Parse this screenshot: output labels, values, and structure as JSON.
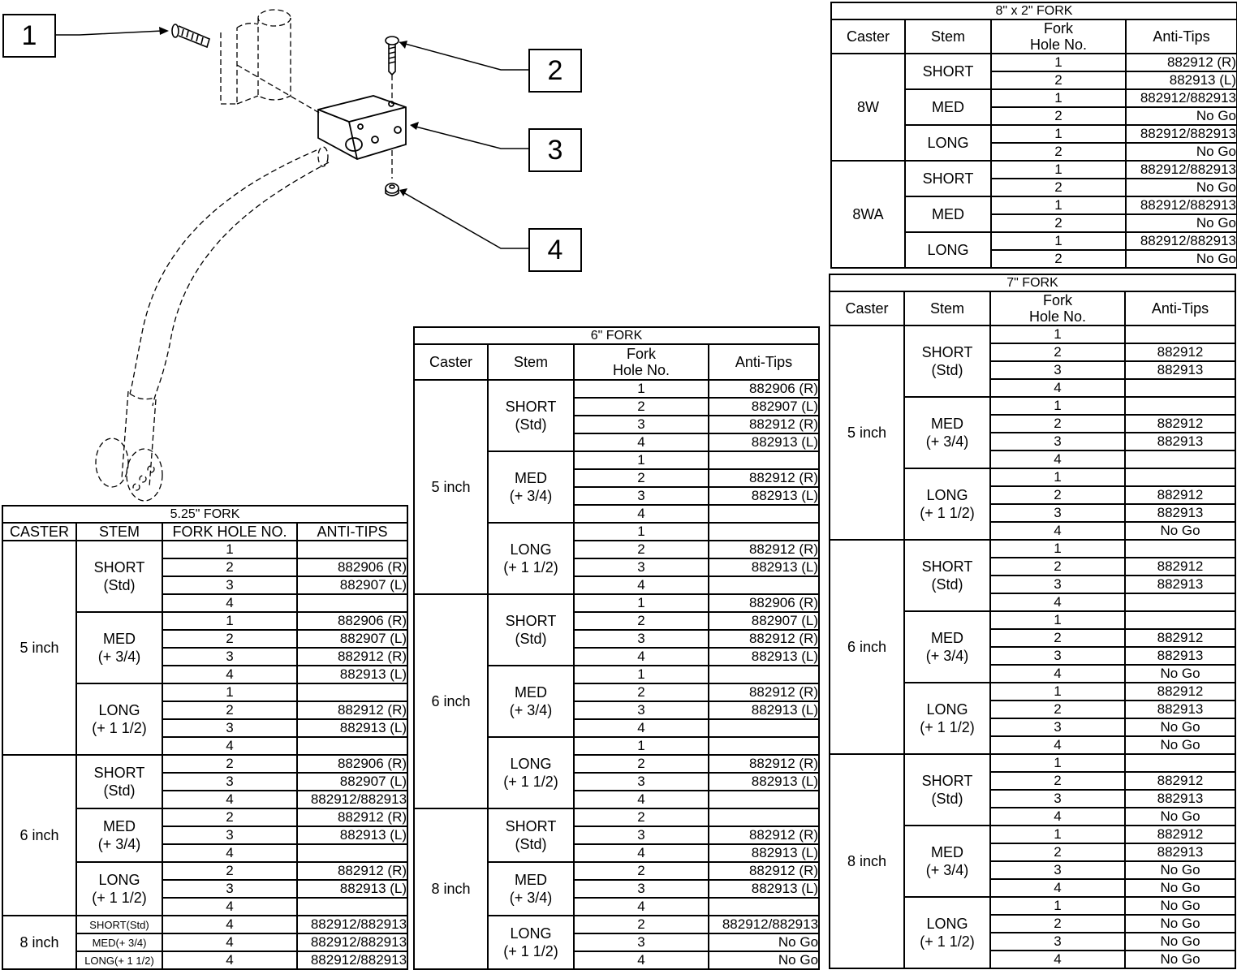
{
  "callouts": [
    "1",
    "2",
    "3",
    "4"
  ],
  "tables": {
    "t525": {
      "title": "5.25\" FORK",
      "headers": [
        "CASTER",
        "STEM",
        "FORK HOLE NO.",
        "ANTI-TIPS"
      ],
      "groups": [
        {
          "caster": "5 inch",
          "stems": [
            {
              "stem": "SHORT\n(Std)",
              "rows": [
                [
                  "1",
                  ""
                ],
                [
                  "2",
                  "882906 (R)"
                ],
                [
                  "3",
                  "882907 (L)"
                ],
                [
                  "4",
                  ""
                ]
              ]
            },
            {
              "stem": "MED\n(+ 3/4)",
              "rows": [
                [
                  "1",
                  "882906 (R)"
                ],
                [
                  "2",
                  "882907 (L)"
                ],
                [
                  "3",
                  "882912 (R)"
                ],
                [
                  "4",
                  "882913 (L)"
                ]
              ]
            },
            {
              "stem": "LONG\n(+ 1 1/2)",
              "rows": [
                [
                  "1",
                  ""
                ],
                [
                  "2",
                  "882912 (R)"
                ],
                [
                  "3",
                  "882913 (L)"
                ],
                [
                  "4",
                  ""
                ]
              ]
            }
          ]
        },
        {
          "caster": "6 inch",
          "stems": [
            {
              "stem": "SHORT\n(Std)",
              "rows": [
                [
                  "2",
                  "882906 (R)"
                ],
                [
                  "3",
                  "882907 (L)"
                ],
                [
                  "4",
                  "882912/882913"
                ]
              ]
            },
            {
              "stem": "MED\n(+ 3/4)",
              "rows": [
                [
                  "2",
                  "882912 (R)"
                ],
                [
                  "3",
                  "882913 (L)"
                ],
                [
                  "4",
                  ""
                ]
              ]
            },
            {
              "stem": "LONG\n(+ 1 1/2)",
              "rows": [
                [
                  "2",
                  "882912 (R)"
                ],
                [
                  "3",
                  "882913 (L)"
                ],
                [
                  "4",
                  ""
                ]
              ]
            }
          ]
        },
        {
          "caster": "8 inch",
          "stems": [
            {
              "stem": "SHORT(Std)",
              "small": true,
              "rows": [
                [
                  "4",
                  "882912/882913"
                ]
              ]
            },
            {
              "stem": "MED(+ 3/4)",
              "small": true,
              "rows": [
                [
                  "4",
                  "882912/882913"
                ]
              ]
            },
            {
              "stem": "LONG(+ 1 1/2)",
              "small": true,
              "rows": [
                [
                  "4",
                  "882912/882913"
                ]
              ]
            }
          ]
        }
      ]
    },
    "t6": {
      "title": "6\" FORK",
      "headers": [
        "Caster",
        "Stem",
        "Fork\nHole No.",
        "Anti-Tips"
      ],
      "groups": [
        {
          "caster": "5 inch",
          "stems": [
            {
              "stem": "SHORT\n(Std)",
              "rows": [
                [
                  "1",
                  "882906 (R)"
                ],
                [
                  "2",
                  "882907 (L)"
                ],
                [
                  "3",
                  "882912 (R)"
                ],
                [
                  "4",
                  "882913 (L)"
                ]
              ]
            },
            {
              "stem": "MED\n(+ 3/4)",
              "rows": [
                [
                  "1",
                  ""
                ],
                [
                  "2",
                  "882912 (R)"
                ],
                [
                  "3",
                  "882913 (L)"
                ],
                [
                  "4",
                  ""
                ]
              ]
            },
            {
              "stem": "LONG\n(+ 1 1/2)",
              "rows": [
                [
                  "1",
                  ""
                ],
                [
                  "2",
                  "882912 (R)"
                ],
                [
                  "3",
                  "882913 (L)"
                ],
                [
                  "4",
                  ""
                ]
              ]
            }
          ]
        },
        {
          "caster": "6 inch",
          "stems": [
            {
              "stem": "SHORT\n(Std)",
              "rows": [
                [
                  "1",
                  "882906 (R)"
                ],
                [
                  "2",
                  "882907 (L)"
                ],
                [
                  "3",
                  "882912 (R)"
                ],
                [
                  "4",
                  "882913 (L)"
                ]
              ]
            },
            {
              "stem": "MED\n(+ 3/4)",
              "rows": [
                [
                  "1",
                  ""
                ],
                [
                  "2",
                  "882912 (R)"
                ],
                [
                  "3",
                  "882913 (L)"
                ],
                [
                  "4",
                  ""
                ]
              ]
            },
            {
              "stem": "LONG\n(+ 1 1/2)",
              "rows": [
                [
                  "1",
                  ""
                ],
                [
                  "2",
                  "882912 (R)"
                ],
                [
                  "3",
                  "882913 (L)"
                ],
                [
                  "4",
                  ""
                ]
              ]
            }
          ]
        },
        {
          "caster": "8 inch",
          "stems": [
            {
              "stem": "SHORT\n(Std)",
              "rows": [
                [
                  "2",
                  ""
                ],
                [
                  "3",
                  "882912 (R)"
                ],
                [
                  "4",
                  "882913 (L)"
                ]
              ]
            },
            {
              "stem": "MED\n(+ 3/4)",
              "rows": [
                [
                  "2",
                  "882912 (R)"
                ],
                [
                  "3",
                  "882913 (L)"
                ],
                [
                  "4",
                  ""
                ]
              ]
            },
            {
              "stem": "LONG\n(+ 1 1/2)",
              "rows": [
                [
                  "2",
                  "882912/882913"
                ],
                [
                  "3",
                  "No Go"
                ],
                [
                  "4",
                  "No Go"
                ]
              ]
            }
          ]
        }
      ]
    },
    "t7": {
      "title": "7\" FORK",
      "headers": [
        "Caster",
        "Stem",
        "Fork\nHole No.",
        "Anti-Tips"
      ],
      "center": true,
      "groups": [
        {
          "caster": "5 inch",
          "stems": [
            {
              "stem": "SHORT\n(Std)",
              "rows": [
                [
                  "1",
                  ""
                ],
                [
                  "2",
                  "882912"
                ],
                [
                  "3",
                  "882913"
                ],
                [
                  "4",
                  ""
                ]
              ]
            },
            {
              "stem": "MED\n(+ 3/4)",
              "rows": [
                [
                  "1",
                  ""
                ],
                [
                  "2",
                  "882912"
                ],
                [
                  "3",
                  "882913"
                ],
                [
                  "4",
                  ""
                ]
              ]
            },
            {
              "stem": "LONG\n(+ 1 1/2)",
              "rows": [
                [
                  "1",
                  ""
                ],
                [
                  "2",
                  "882912"
                ],
                [
                  "3",
                  "882913"
                ],
                [
                  "4",
                  "No Go"
                ]
              ]
            }
          ]
        },
        {
          "caster": "6 inch",
          "stems": [
            {
              "stem": "SHORT\n(Std)",
              "rows": [
                [
                  "1",
                  ""
                ],
                [
                  "2",
                  "882912"
                ],
                [
                  "3",
                  "882913"
                ],
                [
                  "4",
                  ""
                ]
              ]
            },
            {
              "stem": "MED\n(+ 3/4)",
              "rows": [
                [
                  "1",
                  ""
                ],
                [
                  "2",
                  "882912"
                ],
                [
                  "3",
                  "882913"
                ],
                [
                  "4",
                  "No Go"
                ]
              ]
            },
            {
              "stem": "LONG\n(+ 1 1/2)",
              "rows": [
                [
                  "1",
                  "882912"
                ],
                [
                  "2",
                  "882913"
                ],
                [
                  "3",
                  "No Go"
                ],
                [
                  "4",
                  "No Go"
                ]
              ]
            }
          ]
        },
        {
          "caster": "8 inch",
          "stems": [
            {
              "stem": "SHORT\n(Std)",
              "rows": [
                [
                  "1",
                  ""
                ],
                [
                  "2",
                  "882912"
                ],
                [
                  "3",
                  "882913"
                ],
                [
                  "4",
                  "No Go"
                ]
              ]
            },
            {
              "stem": "MED\n(+ 3/4)",
              "rows": [
                [
                  "1",
                  "882912"
                ],
                [
                  "2",
                  "882913"
                ],
                [
                  "3",
                  "No Go"
                ],
                [
                  "4",
                  "No Go"
                ]
              ]
            },
            {
              "stem": "LONG\n(+ 1 1/2)",
              "rows": [
                [
                  "1",
                  "No Go"
                ],
                [
                  "2",
                  "No Go"
                ],
                [
                  "3",
                  "No Go"
                ],
                [
                  "4",
                  "No Go"
                ]
              ]
            }
          ]
        }
      ]
    },
    "t8x2": {
      "title": "8\" x 2\" FORK",
      "headers": [
        "Caster",
        "Stem",
        "Fork\nHole No.",
        "Anti-Tips"
      ],
      "groups": [
        {
          "caster": "8W",
          "stems": [
            {
              "stem": "SHORT",
              "rows": [
                [
                  "1",
                  "882912 (R)"
                ],
                [
                  "2",
                  "882913 (L)"
                ]
              ]
            },
            {
              "stem": "MED",
              "rows": [
                [
                  "1",
                  "882912/882913"
                ],
                [
                  "2",
                  "No Go"
                ]
              ]
            },
            {
              "stem": "LONG",
              "rows": [
                [
                  "1",
                  "882912/882913"
                ],
                [
                  "2",
                  "No Go"
                ]
              ]
            }
          ]
        },
        {
          "caster": "8WA",
          "stems": [
            {
              "stem": "SHORT",
              "rows": [
                [
                  "1",
                  "882912/882913"
                ],
                [
                  "2",
                  "No Go"
                ]
              ]
            },
            {
              "stem": "MED",
              "rows": [
                [
                  "1",
                  "882912/882913"
                ],
                [
                  "2",
                  "No Go"
                ]
              ]
            },
            {
              "stem": "LONG",
              "rows": [
                [
                  "1",
                  "882912/882913"
                ],
                [
                  "2",
                  "No Go"
                ]
              ]
            }
          ]
        }
      ]
    }
  }
}
